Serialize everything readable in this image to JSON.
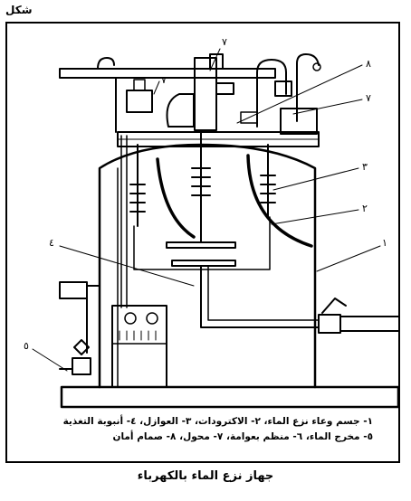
{
  "figure_label": "شكل",
  "caption": "جهاز نزع الماء بالكهرباء",
  "legend": {
    "line1": "١- جسم وعاء نزع الماء، ٢- الاكترودات، ٣- العوازل، ٤- أنبوبة التغذية",
    "line2": "٥- مخرج الماء، ٦- منظم بعوامة، ٧- محول، ٨- صمام أمان"
  },
  "callouts": [
    "١",
    "٢",
    "٣",
    "٤",
    "٥",
    "٦",
    "٧",
    "٧",
    "٨"
  ]
}
